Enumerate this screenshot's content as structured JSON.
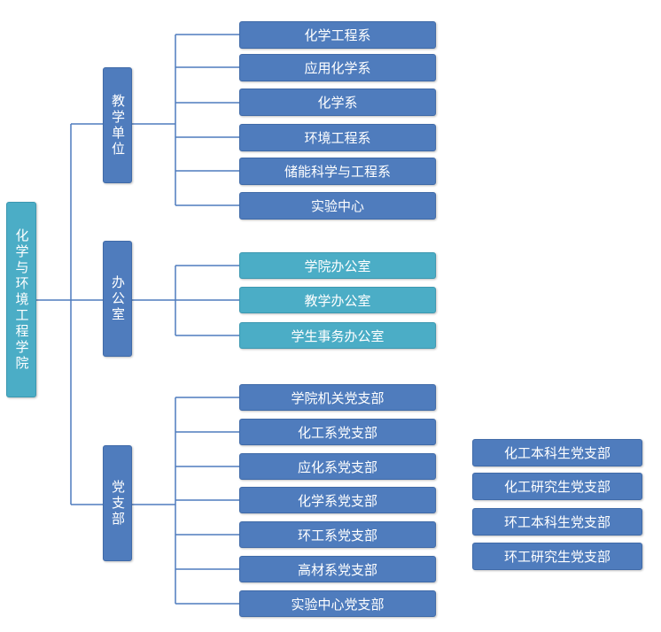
{
  "root": {
    "label": "化学与环境工程学院"
  },
  "categories": {
    "teaching": {
      "label": "教学单位"
    },
    "office": {
      "label": "办公室"
    },
    "party": {
      "label": "党支部"
    }
  },
  "teaching_units": [
    "化学工程系",
    "应用化学系",
    "化学系",
    "环境工程系",
    "储能科学与工程系",
    "实验中心"
  ],
  "offices": [
    "学院办公室",
    "教学办公室",
    "学生事务办公室"
  ],
  "party_branches": [
    "学院机关党支部",
    "化工系党支部",
    "应化系党支部",
    "化学系党支部",
    "环工系党支部",
    "高材系党支部",
    "实验中心党支部"
  ],
  "student_party_branches": [
    "化工本科生党支部",
    "化工研究生党支部",
    "环工本科生党支部",
    "环工研究生党支部"
  ],
  "colors": {
    "blue": "#4f7cbd",
    "teal": "#4badc6",
    "connector": "#4f7cbd"
  }
}
